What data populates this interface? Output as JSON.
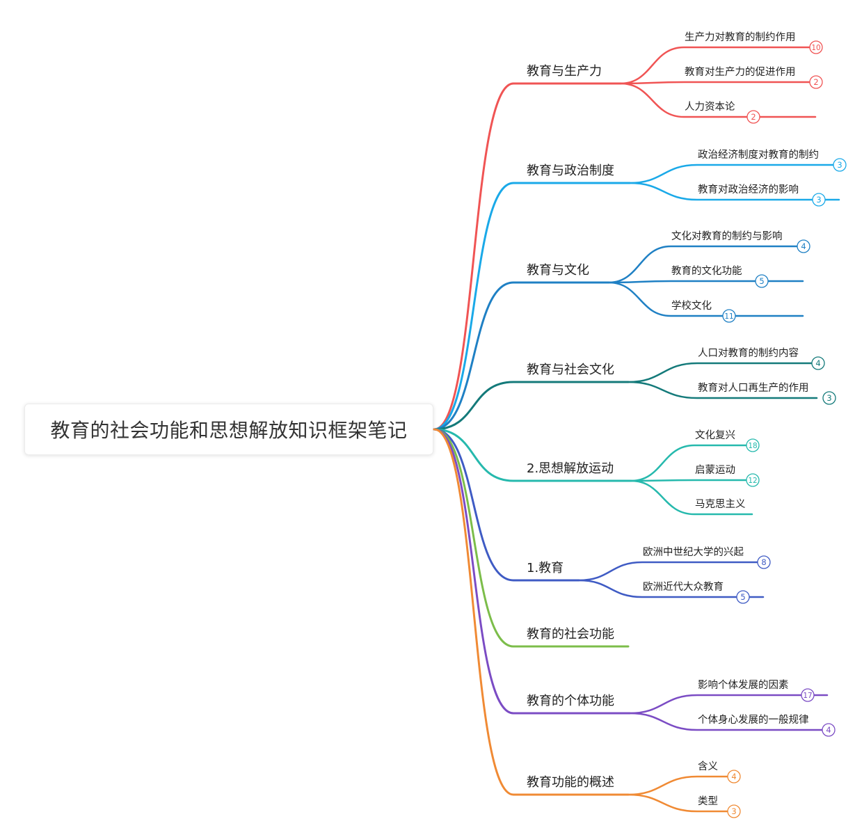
{
  "root": {
    "label": "教育的社会功能和思想解放知识框架笔记"
  },
  "branches": [
    {
      "label": "教育与生产力",
      "color": "#f05454",
      "children": [
        {
          "label": "生产力对教育的制约作用",
          "count": "10"
        },
        {
          "label": "教育对生产力的促进作用",
          "count": "2"
        },
        {
          "label": "人力资本论",
          "count": "2"
        }
      ]
    },
    {
      "label": "教育与政治制度",
      "color": "#1aa9e8",
      "children": [
        {
          "label": "政治经济制度对教育的制约",
          "count": "3"
        },
        {
          "label": "教育对政治经济的影响",
          "count": "3"
        }
      ]
    },
    {
      "label": "教育与文化",
      "color": "#1f80c4",
      "children": [
        {
          "label": "文化对教育的制约与影响",
          "count": "4"
        },
        {
          "label": "教育的文化功能",
          "count": "5"
        },
        {
          "label": "学校文化",
          "count": "11"
        }
      ]
    },
    {
      "label": "教育与社会文化",
      "color": "#147a7a",
      "children": [
        {
          "label": "人口对教育的制约内容",
          "count": "4"
        },
        {
          "label": "教育对人口再生产的作用",
          "count": "3"
        }
      ]
    },
    {
      "label": "2.思想解放运动",
      "color": "#26b9ad",
      "children": [
        {
          "label": "文化复兴",
          "count": "18"
        },
        {
          "label": "启蒙运动",
          "count": "12"
        },
        {
          "label": "马克思主义",
          "count": ""
        }
      ]
    },
    {
      "label": "1.教育",
      "color": "#3f5bc4",
      "children": [
        {
          "label": "欧洲中世纪大学的兴起",
          "count": "8"
        },
        {
          "label": "欧洲近代大众教育",
          "count": "5"
        }
      ]
    },
    {
      "label": "教育的社会功能",
      "color": "#7cbd4a",
      "children": []
    },
    {
      "label": "教育的个体功能",
      "color": "#7b4cc4",
      "children": [
        {
          "label": "影响个体发展的因素",
          "count": "17"
        },
        {
          "label": "个体身心发展的一般规律",
          "count": "4"
        }
      ]
    },
    {
      "label": "教育功能的概述",
      "color": "#f08a34",
      "children": [
        {
          "label": "含义",
          "count": "4"
        },
        {
          "label": "类型",
          "count": "3"
        }
      ]
    }
  ]
}
